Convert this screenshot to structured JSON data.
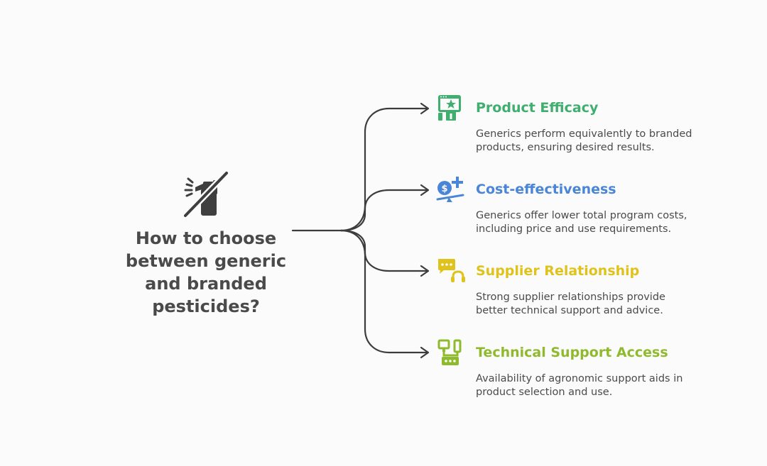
{
  "central": {
    "title": "How to choose between generic and branded pesticides?",
    "icon": "no-spray-bottle-icon"
  },
  "branches": [
    {
      "title": "Product Efficacy",
      "description": "Generics perform equivalently to branded products, ensuring desired results.",
      "color": "#3fae6e",
      "icon": "award-monitor-icon"
    },
    {
      "title": "Cost-effectiveness",
      "description": "Generics offer lower total program costs, including price and use requirements.",
      "color": "#4a86d8",
      "icon": "dollar-scale-icon"
    },
    {
      "title": "Supplier Relationship",
      "description": "Strong supplier relationships provide better technical support and advice.",
      "color": "#e0c21c",
      "icon": "support-chat-icon"
    },
    {
      "title": "Technical Support Access",
      "description": "Availability of agronomic support aids in product selection and use.",
      "color": "#8fba2e",
      "icon": "network-devices-icon"
    }
  ],
  "colors": {
    "text": "#4a4a4a",
    "connector": "#3c3c3c",
    "background": "#fbfbfb"
  }
}
